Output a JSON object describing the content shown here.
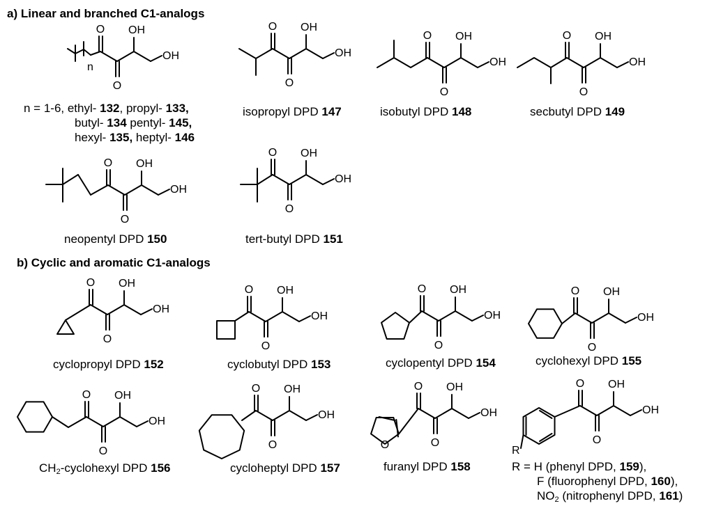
{
  "sections": {
    "a": "a) Linear and branched C1-analogs",
    "b": "b) Cyclic and aromatic C1-analogs"
  },
  "atoms": {
    "O": "O",
    "OH": "OH",
    "n": "n",
    "R": "R"
  },
  "compounds": [
    {
      "id": "linear",
      "lines": [
        {
          "prefix": "n = 1-6, ethyl- ",
          "num": "132",
          "mid": ", propyl- ",
          "num2": "133,"
        },
        {
          "prefix": "butyl- ",
          "num": "134",
          "mid": " pentyl- ",
          "num2": "145,"
        },
        {
          "prefix": "hexyl- ",
          "num": "135,",
          "mid": " heptyl- ",
          "num2": "146"
        }
      ]
    },
    {
      "id": "isopropyl",
      "name": "isopropyl DPD ",
      "num": "147"
    },
    {
      "id": "isobutyl",
      "name": "isobutyl DPD ",
      "num": "148"
    },
    {
      "id": "secbutyl",
      "name": "secbutyl DPD ",
      "num": "149"
    },
    {
      "id": "neopentyl",
      "name": "neopentyl DPD ",
      "num": "150"
    },
    {
      "id": "tertbutyl",
      "name": "tert-butyl DPD ",
      "num": "151"
    },
    {
      "id": "cyclopropyl",
      "name": "cyclopropyl DPD ",
      "num": "152"
    },
    {
      "id": "cyclobutyl",
      "name": "cyclobutyl DPD ",
      "num": "153"
    },
    {
      "id": "cyclopentyl",
      "name": "cyclopentyl DPD ",
      "num": "154"
    },
    {
      "id": "cyclohexyl",
      "name": "cyclohexyl DPD ",
      "num": "155"
    },
    {
      "id": "ch2cyclohexyl",
      "pre": "CH",
      "sub": "2",
      "name": "-cyclohexyl DPD ",
      "num": "156"
    },
    {
      "id": "cycloheptyl",
      "name": "cycloheptyl DPD ",
      "num": "157"
    },
    {
      "id": "furanyl",
      "name": "furanyl DPD ",
      "num": "158"
    },
    {
      "id": "aryl",
      "lines": [
        {
          "prefix": "R = H (phenyl DPD, ",
          "num": "159",
          "suffix": "),"
        },
        {
          "prefix": "F (fluorophenyl DPD, ",
          "num": "160",
          "suffix": "),"
        },
        {
          "pre": "NO",
          "sub": "2",
          "prefix": " (nitrophenyl DPD, ",
          "num": "161",
          "suffix": ")"
        }
      ]
    }
  ]
}
